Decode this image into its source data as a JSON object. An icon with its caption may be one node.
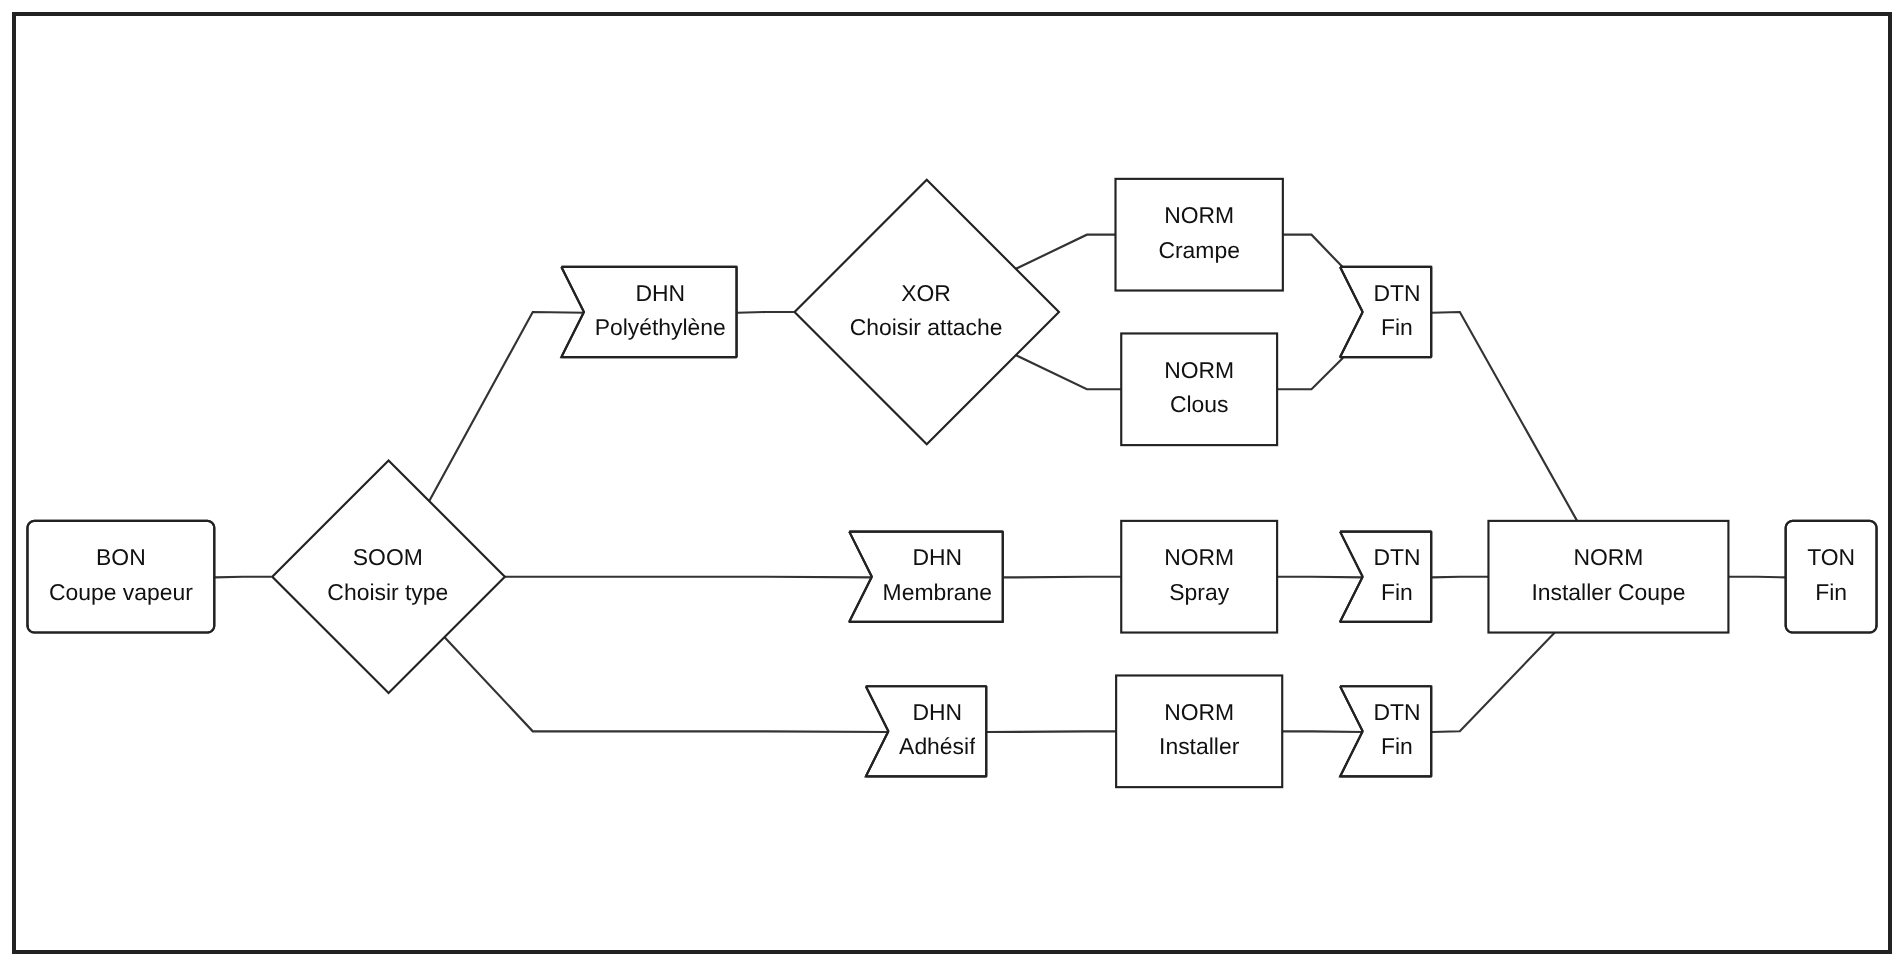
{
  "diagram": {
    "nodes": [
      {
        "text": [
          "BON",
          "Coupe vapeur"
        ]
      },
      {
        "text": [
          "SOOM",
          "Choisir type"
        ]
      },
      {
        "text": [
          "DHN",
          "Polyéthylène"
        ]
      },
      {
        "text": [
          "XOR",
          "Choisir attache"
        ]
      },
      {
        "text": [
          "NORM",
          "Crampe"
        ]
      },
      {
        "text": [
          "NORM",
          "Clous"
        ]
      },
      {
        "text": [
          "DTN",
          "Fin"
        ]
      },
      {
        "text": [
          "DHN",
          "Membrane"
        ]
      },
      {
        "text": [
          "NORM",
          "Spray"
        ]
      },
      {
        "text": [
          "DTN",
          "Fin"
        ]
      },
      {
        "text": [
          "DHN",
          "Adhésif"
        ]
      },
      {
        "text": [
          "NORM",
          "Installer"
        ]
      },
      {
        "text": [
          "DTN",
          "Fin"
        ]
      },
      {
        "text": [
          "NORM",
          "Installer Coupe"
        ]
      },
      {
        "text": [
          "TON",
          "Fin"
        ]
      }
    ],
    "edges": [
      {
        "from": 0,
        "to": 1,
        "arrow": "none"
      },
      {
        "from": 1,
        "to": 2,
        "arrow": "none"
      },
      {
        "from": 1,
        "to": 7,
        "arrow": "none"
      },
      {
        "from": 1,
        "to": 10,
        "arrow": "none"
      },
      {
        "from": 2,
        "to": 3,
        "arrow": "none"
      },
      {
        "from": 3,
        "to": 4,
        "arrow": "none"
      },
      {
        "from": 3,
        "to": 5,
        "arrow": "none"
      },
      {
        "from": 4,
        "to": 6,
        "arrow": "none"
      },
      {
        "from": 5,
        "to": 6,
        "arrow": "none"
      },
      {
        "from": 6,
        "to": 13,
        "arrow": "none"
      },
      {
        "from": 7,
        "to": 8,
        "arrow": "none"
      },
      {
        "from": 8,
        "to": 9,
        "arrow": "none"
      },
      {
        "from": 9,
        "to": 13,
        "arrow": "none"
      },
      {
        "from": 10,
        "to": 11,
        "arrow": "none"
      },
      {
        "from": 11,
        "to": 12,
        "arrow": "none"
      },
      {
        "from": 12,
        "to": 13,
        "arrow": "none"
      },
      {
        "from": 13,
        "to": 14,
        "arrow": "none"
      }
    ]
  }
}
